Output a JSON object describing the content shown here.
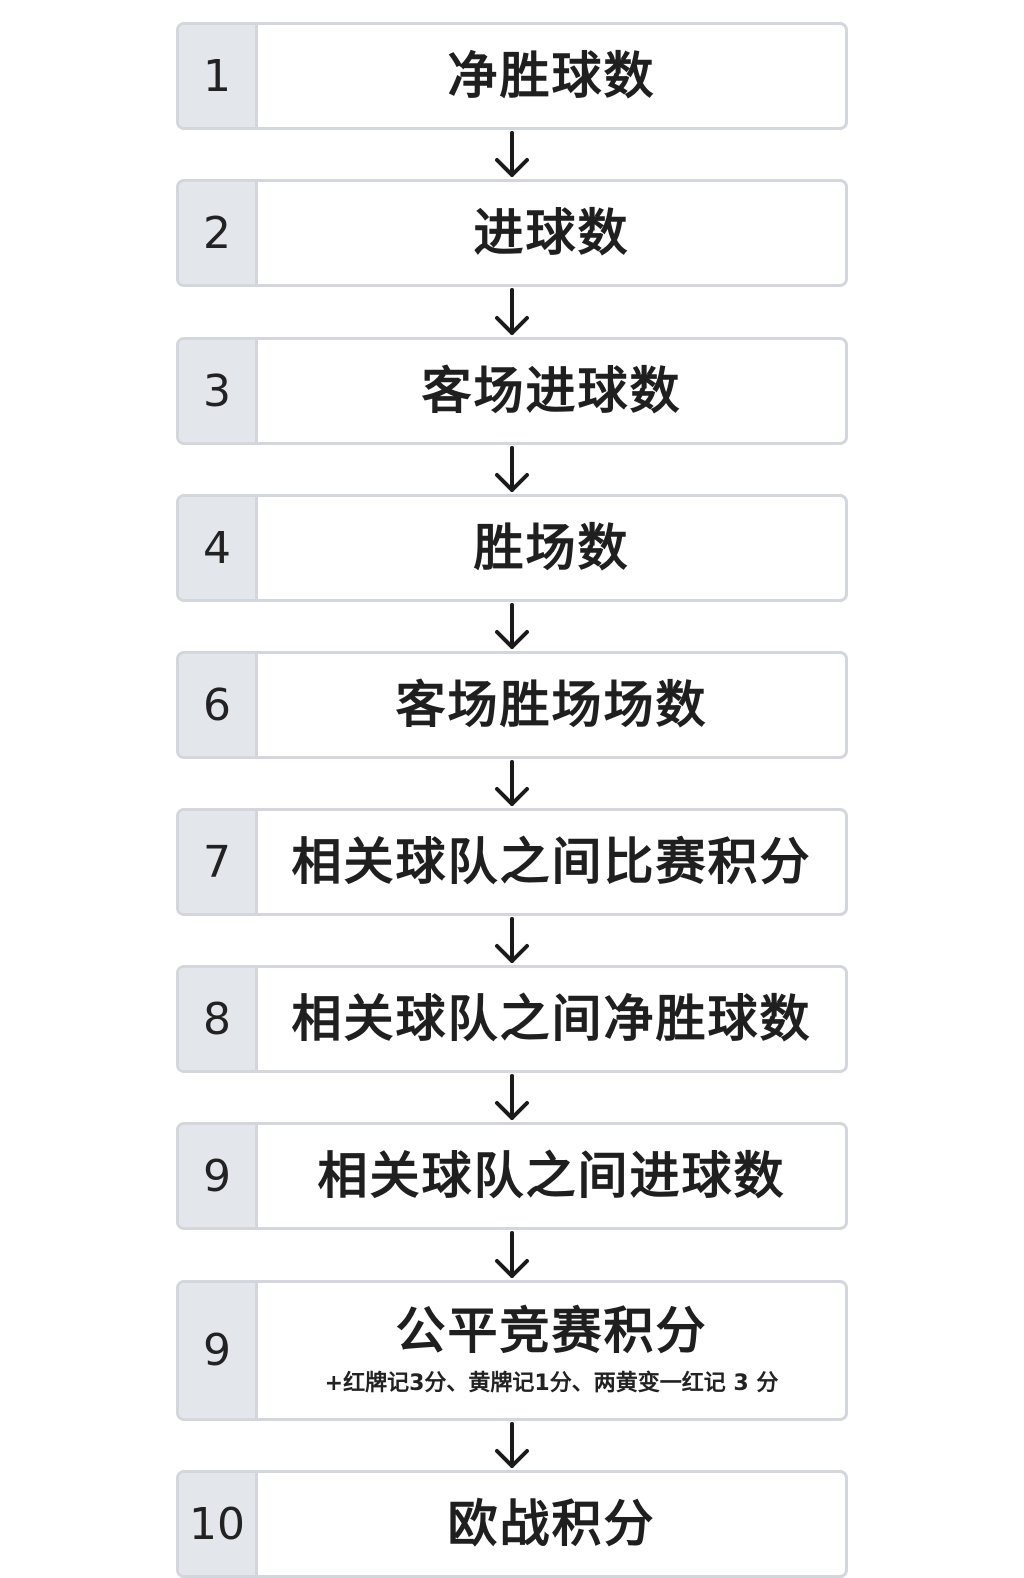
{
  "steps": [
    {
      "num": "1",
      "label": "净胜球数"
    },
    {
      "num": "2",
      "label": "进球数"
    },
    {
      "num": "3",
      "label": "客场进球数"
    },
    {
      "num": "4",
      "label": "胜场数"
    },
    {
      "num": "6",
      "label": "客场胜场场数"
    },
    {
      "num": "7",
      "label": "相关球队之间比赛积分"
    },
    {
      "num": "8",
      "label": "相关球队之间净胜球数"
    },
    {
      "num": "9",
      "label": "相关球队之间进球数"
    },
    {
      "num": "9",
      "label": "公平竞赛积分",
      "note": "+红牌记3分、黄牌记1分、两黄变一红记 3 分"
    },
    {
      "num": "10",
      "label": "欧战积分"
    }
  ],
  "colors": {
    "border": "#d3d7dd",
    "number_bg": "#e3e7ec",
    "text": "#1f1f1f",
    "arrow": "#1a1a1a"
  },
  "icons": {
    "arrow": "arrow-down-icon"
  }
}
